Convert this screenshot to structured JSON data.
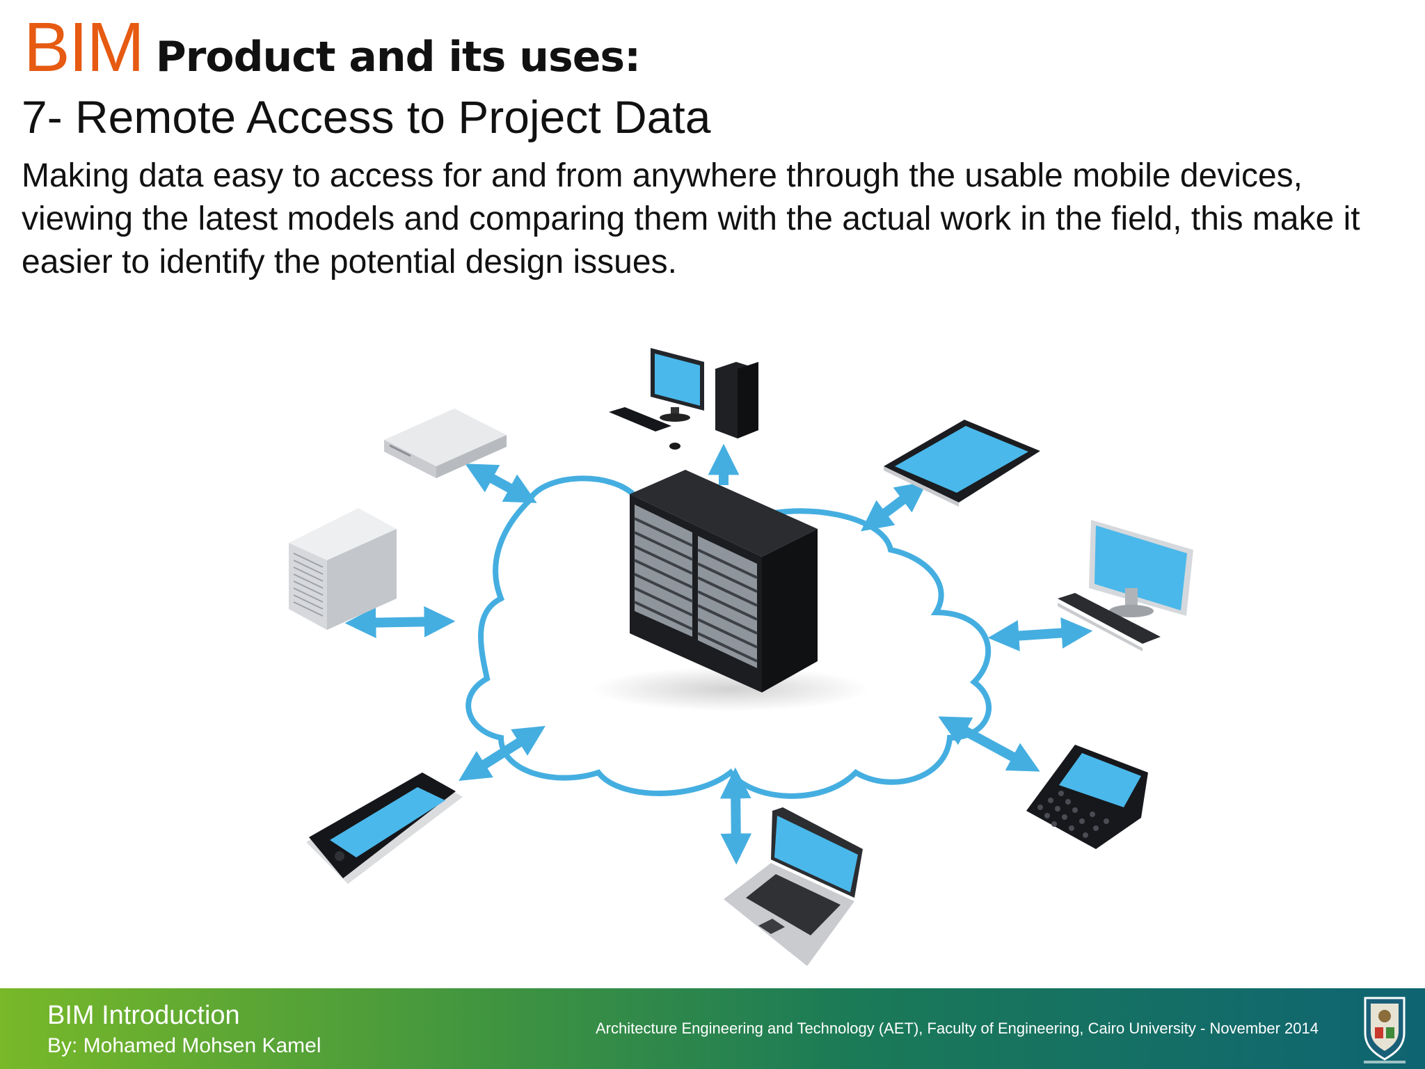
{
  "header": {
    "title_accent": "BIM",
    "title_rest": "Product and its uses:",
    "subtitle": "7- Remote Access to Project Data",
    "body": "Making data easy to access for and from anywhere through the usable mobile devices, viewing the latest models and comparing them with the actual work in the field, this make it easier to identify the potential design issues."
  },
  "illustration": {
    "center": "server-rack-icon",
    "hub": "cloud-outline",
    "devices": [
      "desktop-computer-icon",
      "network-box-icon",
      "tower-server-icon",
      "tablet-icon",
      "monitor-keyboard-icon",
      "smartphone-icon",
      "laptop-icon",
      "blackberry-phone-icon"
    ],
    "colors": {
      "cloud": "#45aee0",
      "screen": "#4ab8ea",
      "arrow": "#45aee0"
    }
  },
  "footer": {
    "course_title": "BIM Introduction",
    "author": "By: Mohamed Mohsen Kamel",
    "affiliation": "Architecture Engineering and Technology (AET), Faculty of Engineering, Cairo University - November 2014"
  },
  "colors": {
    "accent": "#e65a12",
    "footer_start": "#78b829",
    "footer_end": "#0f6472"
  }
}
